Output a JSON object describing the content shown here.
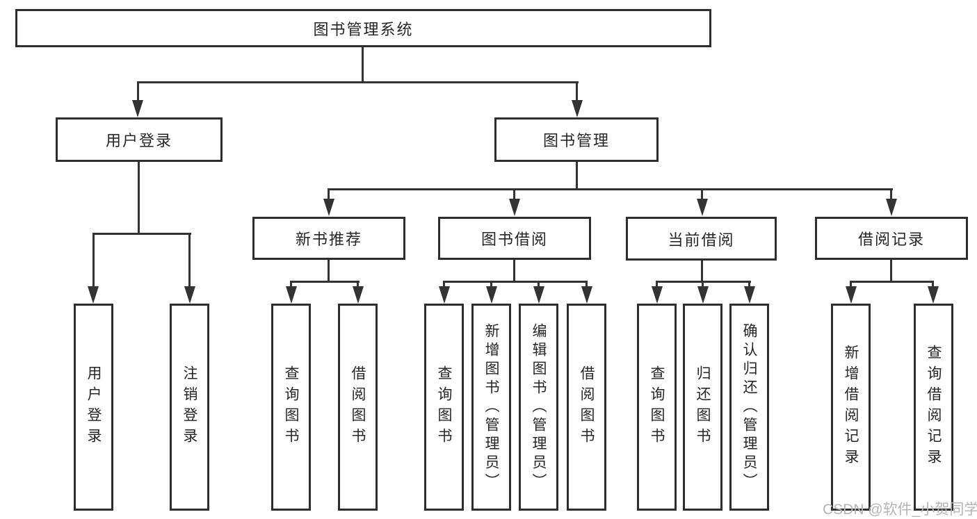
{
  "diagram": {
    "type": "functional-structure-tree",
    "root": {
      "label": "图书管理系统"
    },
    "level2": [
      {
        "label": "用户登录",
        "parent": "图书管理系统"
      },
      {
        "label": "图书管理",
        "parent": "图书管理系统"
      }
    ],
    "level3": [
      {
        "label": "新书推荐",
        "parent": "图书管理"
      },
      {
        "label": "图书借阅",
        "parent": "图书管理"
      },
      {
        "label": "当前借阅",
        "parent": "图书管理"
      },
      {
        "label": "借阅记录",
        "parent": "图书管理"
      }
    ],
    "leaves": [
      {
        "label": "用户登录",
        "parent": "用户登录"
      },
      {
        "label": "注销登录",
        "parent": "用户登录"
      },
      {
        "label": "查询图书",
        "parent": "新书推荐"
      },
      {
        "label": "借阅图书",
        "parent": "新书推荐"
      },
      {
        "label": "查询图书",
        "parent": "图书借阅"
      },
      {
        "label": "新增图书（管理员）",
        "parent": "图书借阅"
      },
      {
        "label": "编辑图书（管理员）",
        "parent": "图书借阅"
      },
      {
        "label": "借阅图书",
        "parent": "图书借阅"
      },
      {
        "label": "查询图书",
        "parent": "当前借阅"
      },
      {
        "label": "归还图书",
        "parent": "当前借阅"
      },
      {
        "label": "确认归还（管理员）",
        "parent": "当前借阅"
      },
      {
        "label": "新增借阅记录",
        "parent": "借阅记录"
      },
      {
        "label": "查询借阅记录",
        "parent": "借阅记录"
      }
    ]
  },
  "watermark": "CSDN @软件_小贺同学",
  "colors": {
    "line": "#333333",
    "border": "#2e2e2e",
    "text": "#262626",
    "background": "#ffffff",
    "watermark": "#b5b5b5"
  }
}
